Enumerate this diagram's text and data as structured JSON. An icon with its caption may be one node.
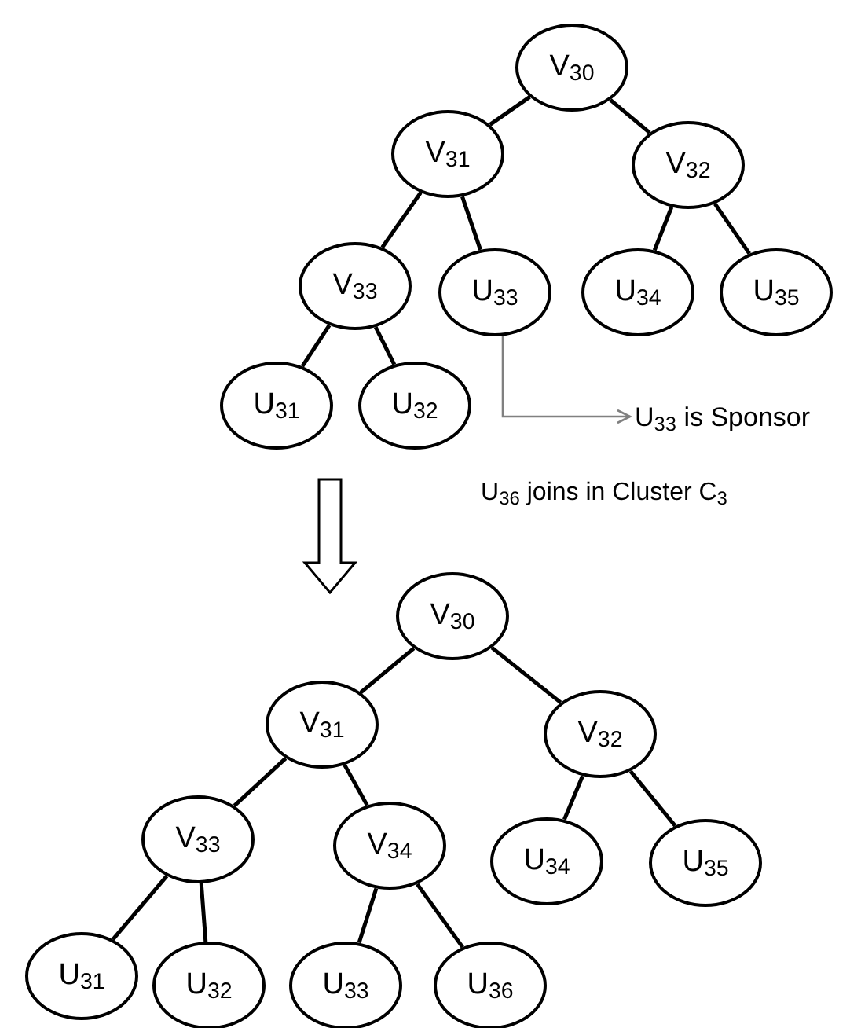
{
  "diagram": {
    "nodes": [
      {
        "text": [
          "V$_{30}$"
        ]
      },
      {
        "text": [
          "V$_{31}$"
        ]
      },
      {
        "text": [
          "V$_{32}$"
        ]
      },
      {
        "text": [
          "V$_{33}$"
        ]
      },
      {
        "text": [
          "U$_{33}$"
        ]
      },
      {
        "text": [
          "U$_{34}$"
        ]
      },
      {
        "text": [
          "U$_{35}$"
        ]
      },
      {
        "text": [
          "U$_{31}$"
        ]
      },
      {
        "text": [
          "U$_{32}$"
        ]
      },
      {
        "text": [
          "U$_{33}$ is Sponsor"
        ]
      },
      {
        "text": [
          "V$_{30}$"
        ]
      },
      {
        "text": [
          "V$_{31}$"
        ]
      },
      {
        "text": [
          "V$_{32}$"
        ]
      },
      {
        "text": [
          "V$_{33}$"
        ]
      },
      {
        "text": [
          "V$_{34}$"
        ]
      },
      {
        "text": [
          "U$_{34}$"
        ]
      },
      {
        "text": [
          "U$_{35}$"
        ]
      },
      {
        "text": [
          "U$_{31}$"
        ]
      },
      {
        "text": [
          "U$_{32}$"
        ]
      },
      {
        "text": [
          "U$_{33}$"
        ]
      },
      {
        "text": [
          "U$_{36}$"
        ]
      }
    ],
    "edges": [
      {
        "from": 0,
        "to": 1,
        "arrow": "none"
      },
      {
        "from": 0,
        "to": 2,
        "arrow": "none"
      },
      {
        "from": 1,
        "to": 3,
        "arrow": "none"
      },
      {
        "from": 1,
        "to": 4,
        "arrow": "none"
      },
      {
        "from": 2,
        "to": 5,
        "arrow": "none"
      },
      {
        "from": 2,
        "to": 6,
        "arrow": "none"
      },
      {
        "from": 3,
        "to": 7,
        "arrow": "none"
      },
      {
        "from": 3,
        "to": 8,
        "arrow": "none"
      },
      {
        "from": 4,
        "to": 9,
        "arrow": "to",
        "color": "#808080"
      },
      {
        "from": 10,
        "to": 11,
        "arrow": "none"
      },
      {
        "from": 10,
        "to": 12,
        "arrow": "none"
      },
      {
        "from": 11,
        "to": 13,
        "arrow": "none"
      },
      {
        "from": 11,
        "to": 14,
        "arrow": "none"
      },
      {
        "from": 12,
        "to": 15,
        "arrow": "none"
      },
      {
        "from": 12,
        "to": 16,
        "arrow": "none"
      },
      {
        "from": 13,
        "to": 17,
        "arrow": "none"
      },
      {
        "from": 13,
        "to": 18,
        "arrow": "none"
      },
      {
        "from": 14,
        "to": 19,
        "arrow": "none"
      },
      {
        "from": 14,
        "to": 20,
        "arrow": "none"
      }
    ],
    "labels": [
      "U$_{36}$ joins in Cluster C$_{3}$"
    ]
  }
}
